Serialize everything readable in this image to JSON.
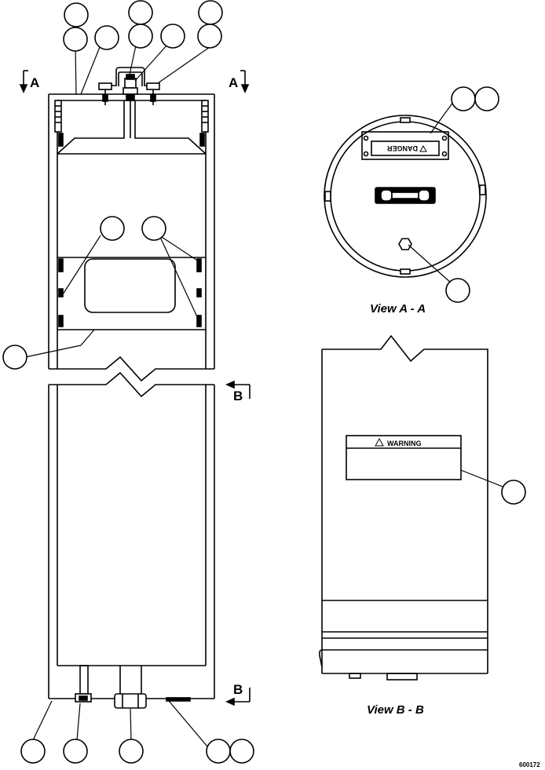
{
  "section_markers": {
    "a_left": "A",
    "a_right": "A",
    "b_top": "B",
    "b_bottom": "B"
  },
  "views": {
    "view_aa": "View A - A",
    "view_bb": "View B - B"
  },
  "plates": {
    "danger": "DANGER",
    "warning": "WARNING"
  },
  "figure_id": "600172"
}
